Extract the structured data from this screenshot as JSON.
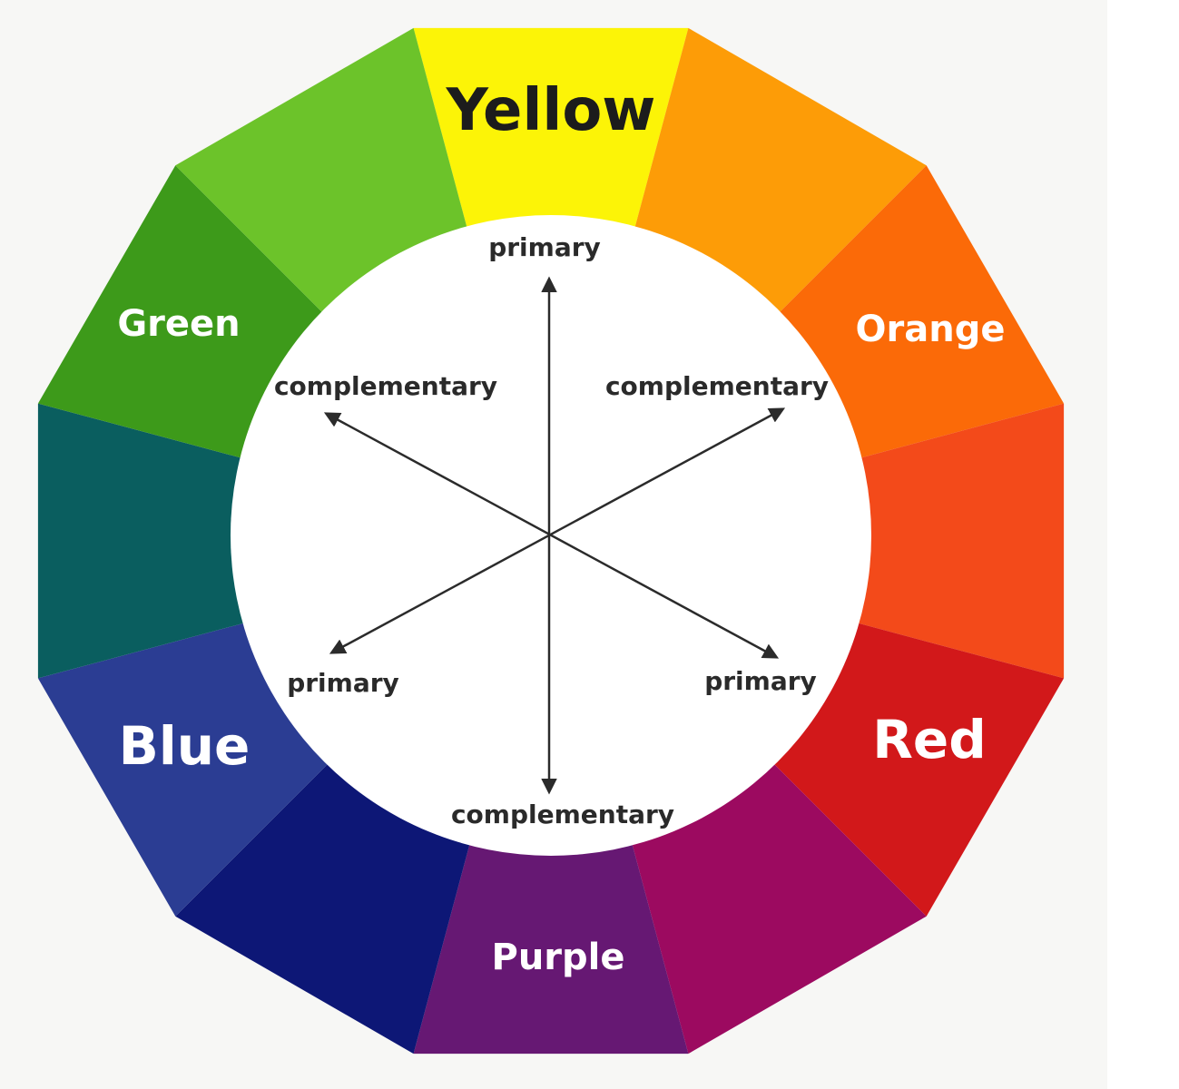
{
  "segments": [
    {
      "name": "Yellow",
      "color": "#fcf407"
    },
    {
      "name": "",
      "color": "#fd9c07"
    },
    {
      "name": "Orange",
      "color": "#fb6a08"
    },
    {
      "name": "",
      "color": "#f34a1a"
    },
    {
      "name": "Red",
      "color": "#d2181a"
    },
    {
      "name": "",
      "color": "#9c0a60"
    },
    {
      "name": "Purple",
      "color": "#661873"
    },
    {
      "name": "",
      "color": "#0d1776"
    },
    {
      "name": "Blue",
      "color": "#2b3d93"
    },
    {
      "name": "",
      "color": "#0a5e5f"
    },
    {
      "name": "Green",
      "color": "#3d9a1a"
    },
    {
      "name": "",
      "color": "#6cc32a"
    }
  ],
  "arrows": {
    "vertical_top_label": "primary",
    "vertical_bottom_label": "complementary",
    "upper_left_label": "complementary",
    "upper_right_label": "complementary",
    "lower_left_label": "primary",
    "lower_right_label": "primary"
  },
  "colors": {
    "arrow": "#2b2b2b",
    "inner": "#ffffff"
  }
}
